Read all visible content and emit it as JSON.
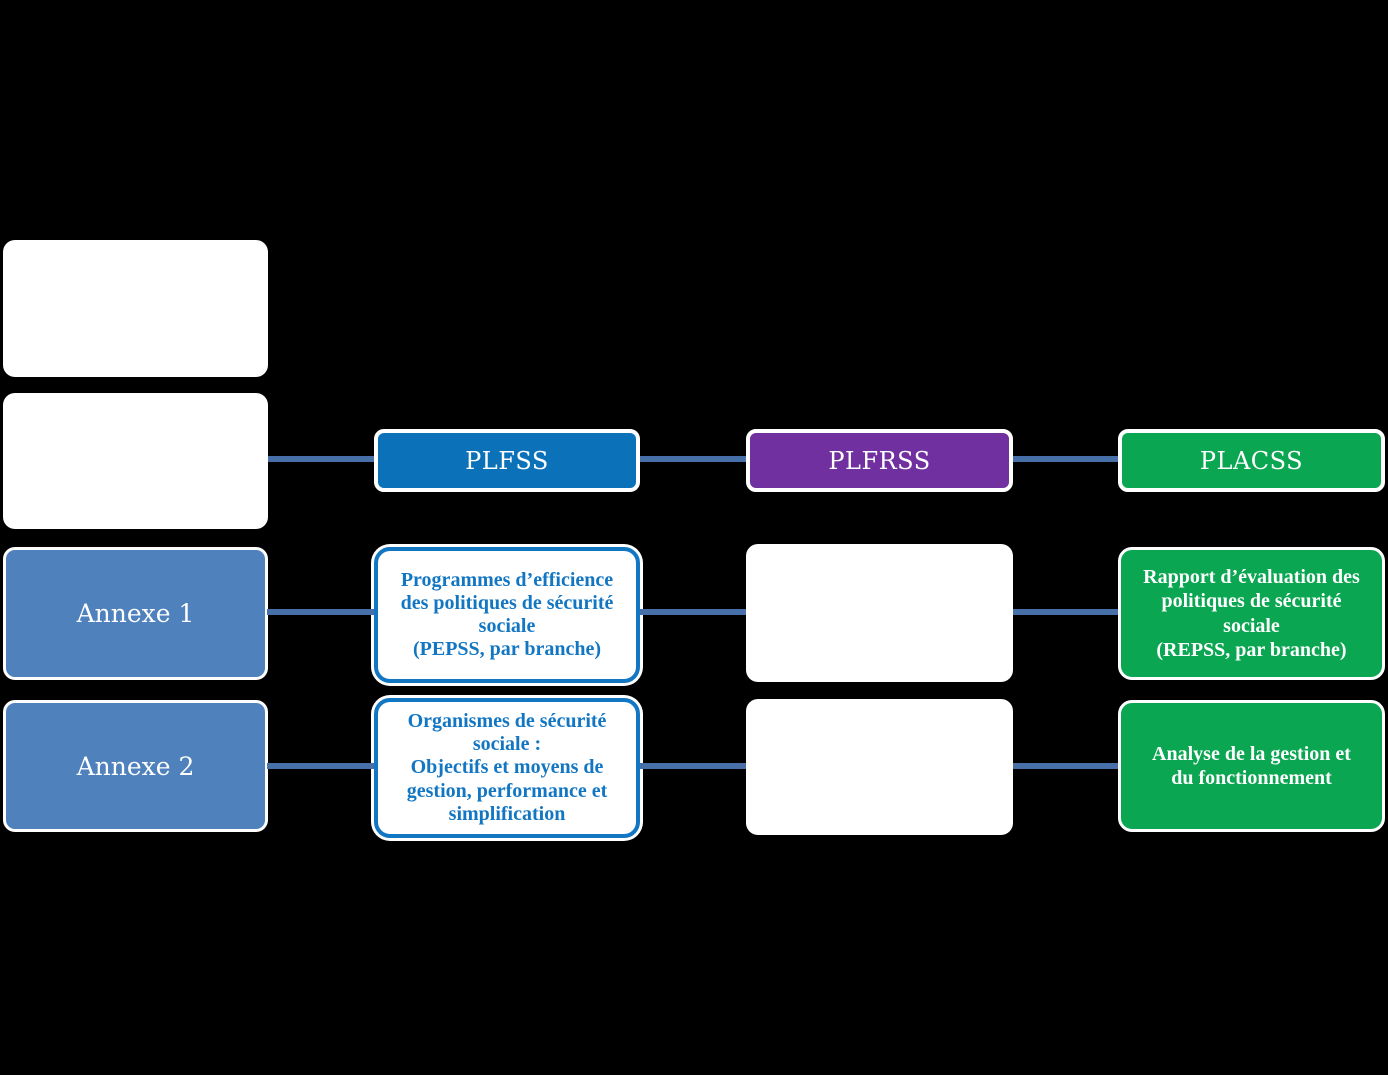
{
  "diagram": {
    "background_color": "#000000",
    "connector_color": "#4770A8",
    "laws": [
      {
        "label": "PLFSS",
        "color": "#0B72BA"
      },
      {
        "label": "PLFRSS",
        "color": "#7030A0"
      },
      {
        "label": "PLACSS",
        "color": "#0AA651"
      }
    ],
    "annexes": [
      {
        "label": "Annexe 1",
        "color": "#4F81BD"
      },
      {
        "label": "Annexe 2",
        "color": "#4F81BD"
      }
    ],
    "plfss_documents": [
      {
        "text": "Programmes d’efficience\ndes politiques de sécurité\nsociale\n(PEPSS, par branche)",
        "text_color": "#1276C2"
      },
      {
        "text": "Organismes de sécurité\nsociale :\nObjectifs et moyens de\ngestion, performance et\nsimplification",
        "text_color": "#1276C2"
      }
    ],
    "placss_documents": [
      {
        "text": "Rapport d’évaluation des\npolitiques de sécurité\nsociale\n(REPSS, par branche)",
        "color": "#0AA651"
      },
      {
        "text": "Analyse de la gestion et\ndu fonctionnement",
        "color": "#0AA651"
      }
    ]
  }
}
